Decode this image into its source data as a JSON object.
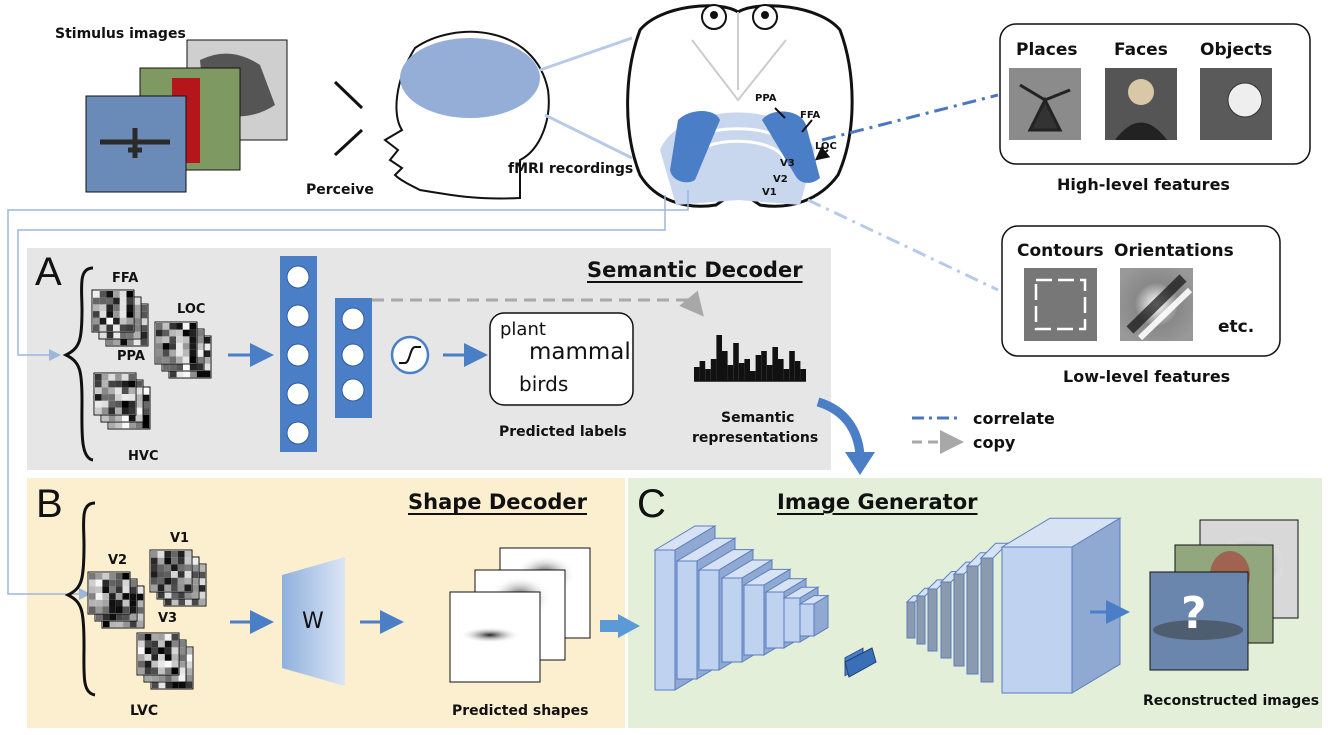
{
  "top": {
    "stimulus_label": "Stimulus images",
    "perceive_label": "Perceive",
    "fmri_label": "fMRI recordings",
    "brain_labels": {
      "ppa": "PPA",
      "ffa": "FFA",
      "loc": "LOC",
      "v3": "V3",
      "v2": "V2",
      "v1": "V1"
    }
  },
  "high_level": {
    "title": "High-level features",
    "items": [
      "Places",
      "Faces",
      "Objects"
    ]
  },
  "low_level": {
    "title": "Low-level features",
    "items": [
      "Contours",
      "Orientations"
    ],
    "etc": "etc."
  },
  "legend": {
    "correlate": "correlate",
    "copy": "copy",
    "colors": {
      "correlate": "#4a78c0",
      "copy": "#a8a8a8"
    }
  },
  "panel_a": {
    "letter": "A",
    "title": "Semantic Decoder",
    "rois": {
      "ffa": "FFA",
      "loc": "LOC",
      "ppa": "PPA",
      "hvc": "HVC"
    },
    "labels_box": [
      "plant",
      "mammal",
      "birds"
    ],
    "predicted_labels": "Predicted labels",
    "semantic_rep": [
      "Semantic",
      "representations"
    ],
    "bg": "#e6e6e6"
  },
  "panel_b": {
    "letter": "B",
    "title": "Shape Decoder",
    "rois": {
      "v1": "V1",
      "v2": "V2",
      "v3": "V3",
      "lvc": "LVC"
    },
    "w_label": "W",
    "predicted_shapes": "Predicted shapes",
    "bg": "#fcefd0"
  },
  "panel_c": {
    "letter": "C",
    "title": "Image Generator",
    "reconstructed": "Reconstructed images",
    "question": "?",
    "bg": "#e4efd9"
  },
  "colors": {
    "blue": "#4a7fc8",
    "light_blue": "#b7cbe8",
    "layer_fill": "#bfd2f0",
    "layer_edge": "#5a7fbf"
  }
}
